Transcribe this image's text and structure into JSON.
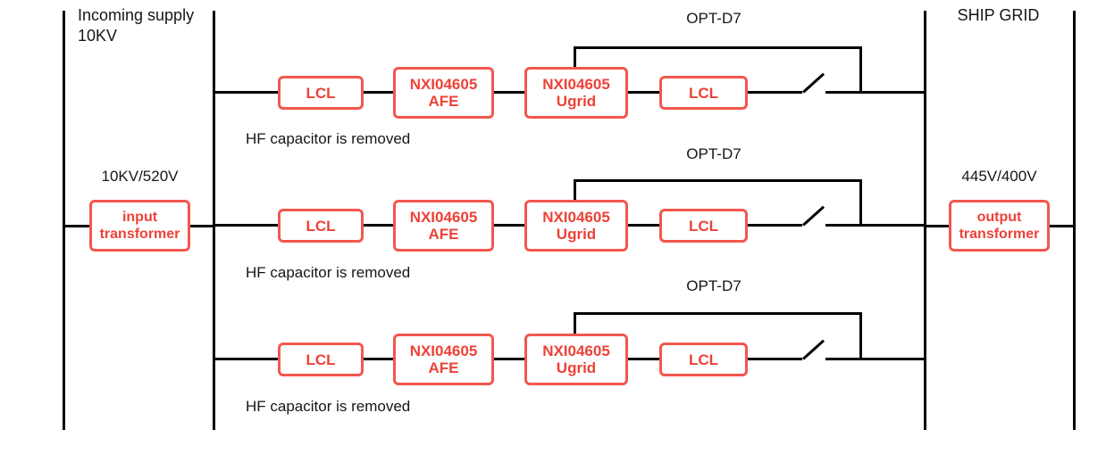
{
  "colors": {
    "device_red_text": "#ee4137",
    "device_red_border": "#f2574e",
    "wire_black": "#000000"
  },
  "left_section": {
    "supply_label_line1": "Incoming supply",
    "supply_label_line2": "10KV",
    "transformer_ratio": "10KV/520V",
    "transformer_line1": "input",
    "transformer_line2": "transformer"
  },
  "right_section": {
    "grid_label": "SHIP GRID",
    "transformer_ratio": "445V/400V",
    "transformer_line1": "output",
    "transformer_line2": "transformer"
  },
  "rows": [
    {
      "opt_label": "OPT-D7",
      "hf_note": "HF capacitor is removed",
      "lcl_in": "LCL",
      "afe_line1": "NXI04605",
      "afe_line2": "AFE",
      "ugrid_line1": "NXI04605",
      "ugrid_line2": "Ugrid",
      "lcl_out": "LCL"
    },
    {
      "opt_label": "OPT-D7",
      "hf_note": "HF capacitor is removed",
      "lcl_in": "LCL",
      "afe_line1": "NXI04605",
      "afe_line2": "AFE",
      "ugrid_line1": "NXI04605",
      "ugrid_line2": "Ugrid",
      "lcl_out": "LCL"
    },
    {
      "opt_label": "OPT-D7",
      "hf_note": "HF capacitor is removed",
      "lcl_in": "LCL",
      "afe_line1": "NXI04605",
      "afe_line2": "AFE",
      "ugrid_line1": "NXI04605",
      "ugrid_line2": "Ugrid",
      "lcl_out": "LCL"
    }
  ]
}
